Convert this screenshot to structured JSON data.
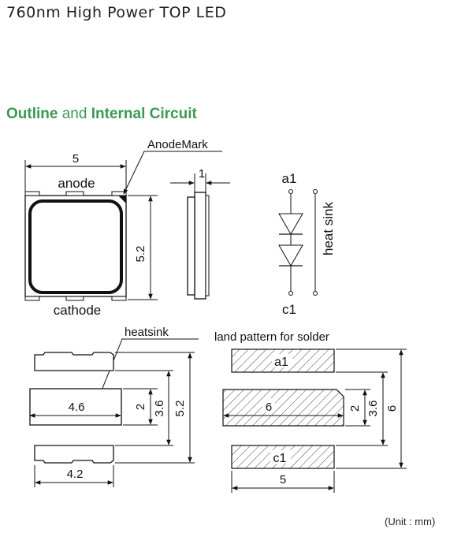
{
  "title": "760nm High Power TOP LED",
  "section_heading": {
    "part1": "Outline",
    "part2": " and ",
    "part3": "Internal Circuit"
  },
  "top_view": {
    "width_dim": "5",
    "height_dim": "5.2",
    "anode_mark_label": "AnodeMark",
    "anode_label": "anode",
    "cathode_label": "cathode"
  },
  "side_view": {
    "thickness_dim": "1"
  },
  "circuit": {
    "a1_label": "a1",
    "c1_label": "c1",
    "heat_sink_label": "heat sink"
  },
  "bottom_view": {
    "heatsink_label": "heatsink",
    "pad_width_dim": "4.6",
    "body_width_dim": "4.2",
    "dim_2": "2",
    "dim_3_6": "3.6",
    "dim_5_2": "5.2"
  },
  "land_pattern": {
    "title": "land pattern for solder",
    "pad_a1": "a1",
    "pad_center": "6",
    "pad_c1": "c1",
    "width_dim": "5",
    "dim_2": "2",
    "dim_3_6": "3.6",
    "dim_6": "6"
  },
  "unit_note": "(Unit : mm)"
}
